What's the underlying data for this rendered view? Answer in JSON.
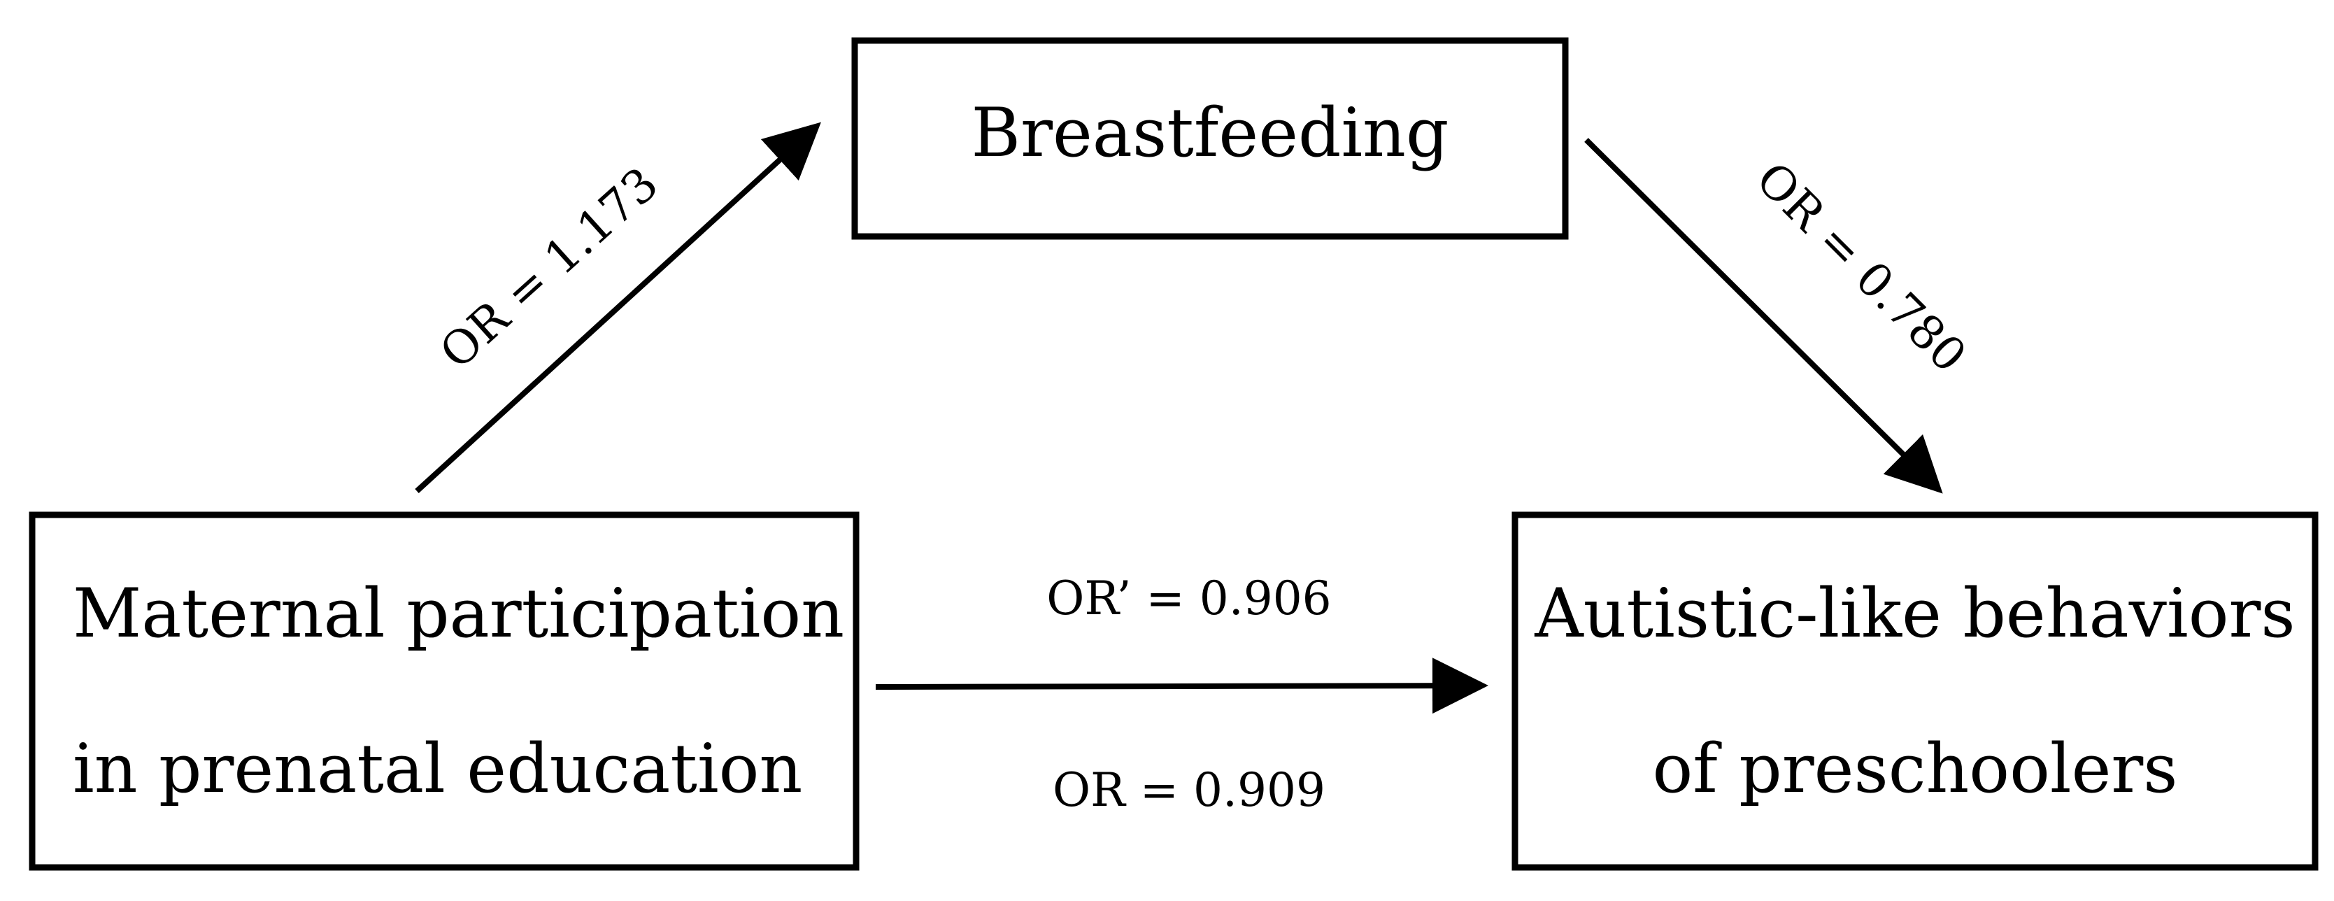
{
  "nodes": {
    "mediator": {
      "label": "Breastfeeding"
    },
    "exposure": {
      "line1": "Maternal participation",
      "line2": "in prenatal education"
    },
    "outcome": {
      "line1": "Autistic-like behaviors",
      "line2": "of preschoolers"
    }
  },
  "edges": {
    "exposure_to_mediator": {
      "label": "OR = 1.173"
    },
    "mediator_to_outcome": {
      "label": "OR = 0.780"
    },
    "exposure_to_outcome": {
      "label_top": "OR’ = 0.906",
      "label_bottom": "OR = 0.909"
    }
  },
  "colors": {
    "stroke": "#000000",
    "background": "#ffffff"
  }
}
